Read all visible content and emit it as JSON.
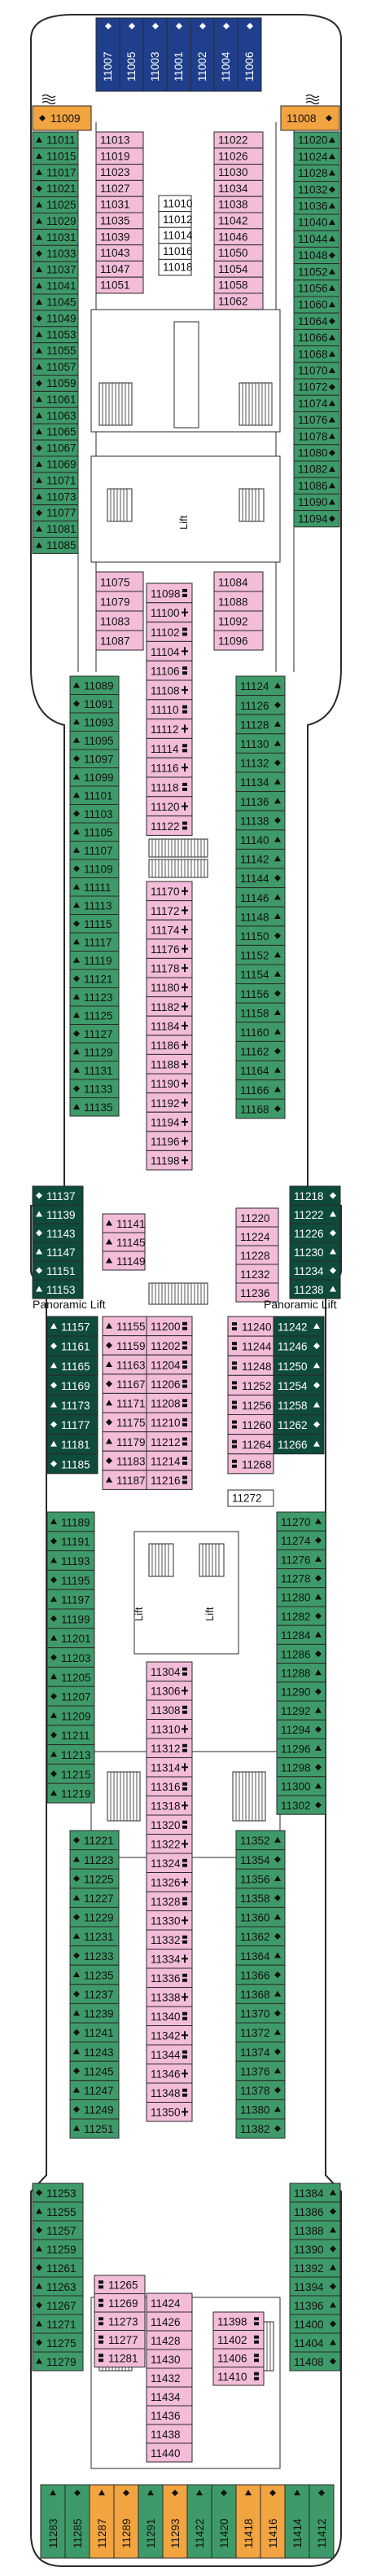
{
  "colors": {
    "green": "#3e9b69",
    "dark_green": "#0e4b3c",
    "pink": "#f3bcd8",
    "blue": "#1f3f8c",
    "orange": "#f2a441",
    "outline": "#2a2a2a"
  },
  "icons": {
    "triangle": "triangle-icon",
    "diamond": "diamond-icon",
    "wave": "wave-icon",
    "bed": "bed-icon",
    "connecting": "connecting-icon"
  },
  "labels": {
    "lift": "Lift",
    "panoramic_lift": "Panoramic Lift"
  },
  "bow_top": [
    "11007",
    "11005",
    "11003",
    "11001",
    "11002",
    "11004",
    "11006"
  ],
  "bow_corner": [
    "11009",
    "11008"
  ],
  "left_outer_1": [
    "11011",
    "11015",
    "11017",
    "11021",
    "11025",
    "11029",
    "11031",
    "11033",
    "11037",
    "11041",
    "11045",
    "11049",
    "11053",
    "11055",
    "11057",
    "11059",
    "11061",
    "11063",
    "11065",
    "11067",
    "11069",
    "11071",
    "11073",
    "11077",
    "11081",
    "11085"
  ],
  "left_inner_1": [
    "11013",
    "11019",
    "11023",
    "11027",
    "11031",
    "11035",
    "11039",
    "11043",
    "11047",
    "11051"
  ],
  "center_1": [
    "11010",
    "11012",
    "11014",
    "11016",
    "11018"
  ],
  "right_inner_1": [
    "11022",
    "11026",
    "11030",
    "11034",
    "11038",
    "11042",
    "11046",
    "11050",
    "11054",
    "11058",
    "11062"
  ],
  "right_outer_1": [
    "11020",
    "11024",
    "11028",
    "11032",
    "11036",
    "11040",
    "11044",
    "11048",
    "11052",
    "11056",
    "11060",
    "11064",
    "11066",
    "11068",
    "11070",
    "11072",
    "11074",
    "11076",
    "11078",
    "11080",
    "11082",
    "11086",
    "11090",
    "11094"
  ],
  "left_inner_2": [
    "11075",
    "11079",
    "11083",
    "11087"
  ],
  "right_inner_2": [
    "11084",
    "11088",
    "11092",
    "11096"
  ],
  "center_spine_1": [
    "11098",
    "11100",
    "11102",
    "11104",
    "11106",
    "11108",
    "11110",
    "11112",
    "11114",
    "11116",
    "11118",
    "11120",
    "11122"
  ],
  "left_mid_1": [
    "11089",
    "11091",
    "11093",
    "11095",
    "11097",
    "11099",
    "11101",
    "11103",
    "11105",
    "11107",
    "11109",
    "11111",
    "11113",
    "11115",
    "11117",
    "11119",
    "11121",
    "11123",
    "11125",
    "11127",
    "11129",
    "11131",
    "11133",
    "11135"
  ],
  "right_mid_1": [
    "11124",
    "11126",
    "11128",
    "11130",
    "11132",
    "11134",
    "11136",
    "11138",
    "11140",
    "11142",
    "11144",
    "11146",
    "11148",
    "11150",
    "11152",
    "11154",
    "11156",
    "11158",
    "11160",
    "11162",
    "11164",
    "11166",
    "11168"
  ],
  "center_spine_2": [
    "11170",
    "11172",
    "11174",
    "11176",
    "11178",
    "11180",
    "11182",
    "11184",
    "11186",
    "11188",
    "11190",
    "11192",
    "11194",
    "11196",
    "11198"
  ],
  "left_dark": [
    "11137",
    "11139",
    "11143",
    "11147",
    "11151",
    "11153"
  ],
  "left_inner_3": [
    "11141",
    "11145",
    "11149"
  ],
  "right_dark": [
    "11218",
    "11222",
    "11226",
    "11230",
    "11234",
    "11238"
  ],
  "right_inner_3": [
    "11220",
    "11224",
    "11228",
    "11232",
    "11236"
  ],
  "left_dark_2": [
    "11157",
    "11161",
    "11165",
    "11169",
    "11173",
    "11177",
    "11181",
    "11185"
  ],
  "left_inner_4": [
    "11155",
    "11159",
    "11163",
    "11167",
    "11171",
    "11175",
    "11179",
    "11183",
    "11187"
  ],
  "center_spine_3": [
    "11200",
    "11202",
    "11204",
    "11206",
    "11208",
    "11210",
    "11212",
    "11214",
    "11216"
  ],
  "right_inner_4": [
    "11240",
    "11244",
    "11248",
    "11252",
    "11256",
    "11260",
    "11264",
    "11268"
  ],
  "right_dark_2": [
    "11242",
    "11246",
    "11250",
    "11254",
    "11258",
    "11262",
    "11266"
  ],
  "right_spine_extra": [
    "11272"
  ],
  "left_outer_2": [
    "11189",
    "11191",
    "11193",
    "11195",
    "11197",
    "11199",
    "11201",
    "11203",
    "11205",
    "11207",
    "11209",
    "11211",
    "11213",
    "11215",
    "11219"
  ],
  "right_outer_2": [
    "11270",
    "11274",
    "11276",
    "11278",
    "11280",
    "11282",
    "11284",
    "11286",
    "11288",
    "11290",
    "11292",
    "11294",
    "11296",
    "11298",
    "11300",
    "11302"
  ],
  "center_spine_4": [
    "11304",
    "11306",
    "11308",
    "11310",
    "11312",
    "11314",
    "11316",
    "11318",
    "11320",
    "11322",
    "11324",
    "11326",
    "11328",
    "11330",
    "11332",
    "11334",
    "11336",
    "11338",
    "11340",
    "11342",
    "11344",
    "11346",
    "11348",
    "11350"
  ],
  "left_mid_2": [
    "11221",
    "11223",
    "11225",
    "11227",
    "11229",
    "11231",
    "11233",
    "11235",
    "11237",
    "11239",
    "11241",
    "11243",
    "11245",
    "11247",
    "11249",
    "11251"
  ],
  "right_mid_2": [
    "11352",
    "11354",
    "11356",
    "11358",
    "11360",
    "11362",
    "11364",
    "11366",
    "11368",
    "11370",
    "11372",
    "11374",
    "11376",
    "11378",
    "11380",
    "11382"
  ],
  "left_stern": [
    "11253",
    "11255",
    "11257",
    "11259",
    "11261",
    "11263",
    "11267",
    "11271",
    "11275",
    "11279"
  ],
  "left_stern_inner": [
    "11265",
    "11269",
    "11273",
    "11277",
    "11281"
  ],
  "center_stern": [
    "11424",
    "11426",
    "11428",
    "11430",
    "11432",
    "11434",
    "11436",
    "11438",
    "11440"
  ],
  "right_stern_inner": [
    "11398",
    "11402",
    "11406",
    "11410"
  ],
  "right_stern": [
    "11384",
    "11386",
    "11388",
    "11390",
    "11392",
    "11394",
    "11396",
    "11400",
    "11404",
    "11408"
  ],
  "stern_row": [
    "11283",
    "11285",
    "11287",
    "11289",
    "11291",
    "11293",
    "11422",
    "11420",
    "11418",
    "11416",
    "11414",
    "11412"
  ]
}
